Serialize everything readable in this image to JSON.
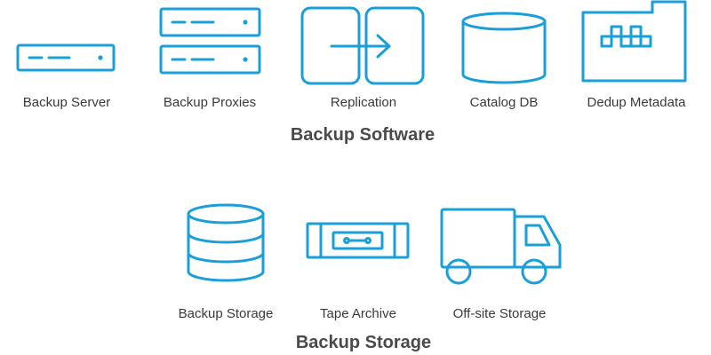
{
  "colors": {
    "accent": "#1a9fd9",
    "text": "#3a3a3a",
    "title": "#4a4a4a"
  },
  "software": {
    "title": "Backup Software",
    "items": [
      {
        "label": "Backup Server",
        "icon": "server-icon"
      },
      {
        "label": "Backup Proxies",
        "icon": "stacked-servers-icon"
      },
      {
        "label": "Replication",
        "icon": "replication-arrow-icon"
      },
      {
        "label": "Catalog DB",
        "icon": "database-cylinder-icon"
      },
      {
        "label": "Dedup Metadata",
        "icon": "folder-blocks-icon"
      }
    ]
  },
  "storage": {
    "title": "Backup Storage",
    "items": [
      {
        "label": "Backup Storage",
        "icon": "disk-stack-icon"
      },
      {
        "label": "Tape Archive",
        "icon": "tape-cartridge-icon"
      },
      {
        "label": "Off-site Storage",
        "icon": "truck-icon"
      }
    ]
  }
}
